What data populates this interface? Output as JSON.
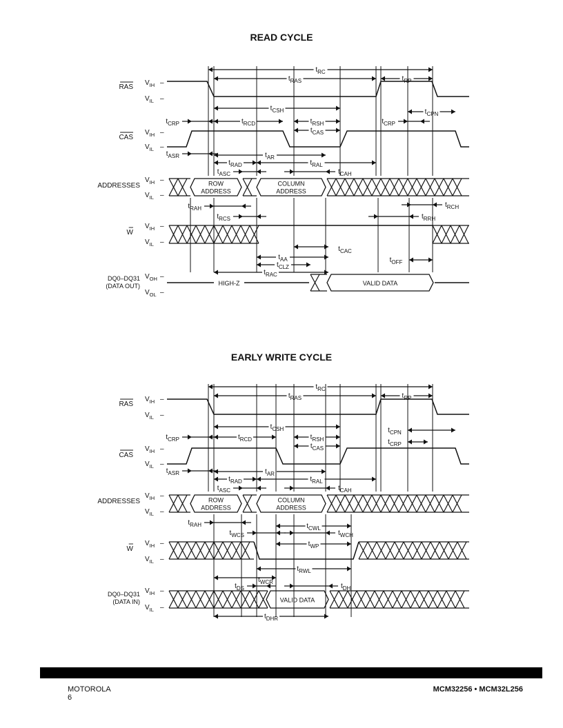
{
  "read_cycle": {
    "title": "READ CYCLE",
    "signals": {
      "ras": "RAS",
      "cas": "CAS",
      "addresses": "ADDRESSES",
      "w": "W",
      "dq_line1": "DQ0–DQ31",
      "dq_line2": "(DATA OUT)"
    },
    "levels": {
      "vih": "VIH",
      "vil": "VIL",
      "voh": "VOH",
      "vol": "VOL"
    },
    "boxes": {
      "row": [
        "ROW",
        "ADDRESS"
      ],
      "column": [
        "COLUMN",
        "ADDRESS"
      ],
      "valid": "VALID DATA",
      "highz": "HIGH-Z"
    },
    "timing": {
      "trc": "tRC",
      "tras": "tRAS",
      "trp": "tRP",
      "tcsh": "tCSH",
      "tcpn": "tCPN",
      "tcrp": "tCRP",
      "trcd": "tRCD",
      "trsh": "tRSH",
      "tcas": "tCAS",
      "tcrp2": "tCRP",
      "tasr": "tASR",
      "tar": "tAR",
      "trad": "tRAD",
      "tral": "tRAL",
      "tasc": "tASC",
      "tcah": "tCAH",
      "trah": "tRAH",
      "trch": "tRCH",
      "trcs": "tRCS",
      "trrh": "tRRH",
      "tcac": "tCAC",
      "taa": "tAA",
      "toff": "tOFF",
      "tclz": "tCLZ",
      "trac": "tRAC"
    }
  },
  "early_write_cycle": {
    "title": "EARLY WRITE CYCLE",
    "signals": {
      "ras": "RAS",
      "cas": "CAS",
      "addresses": "ADDRESSES",
      "w": "W",
      "dq_line1": "DQ0–DQ31",
      "dq_line2": "(DATA IN)"
    },
    "levels": {
      "vih": "VIH",
      "vil": "VIL"
    },
    "boxes": {
      "row": [
        "ROW",
        "ADDRESS"
      ],
      "column": [
        "COLUMN",
        "ADDRESS"
      ],
      "valid": "VALID DATA"
    },
    "timing": {
      "trc": "tRC",
      "tras": "tRAS",
      "trp": "tRP",
      "tcsh": "tCSH",
      "tcpn": "tCPN",
      "tcrp": "tCRP",
      "trcd": "tRCD",
      "trsh": "tRSH",
      "tcas": "tCAS",
      "tcrp2": "tCRP",
      "tasr": "tASR",
      "tar": "tAR",
      "trad": "tRAD",
      "tral": "tRAL",
      "tasc": "tASC",
      "tcah": "tCAH",
      "trah": "tRAH",
      "tcwl": "tCWL",
      "twcs": "tWCS",
      "twch": "tWCH",
      "twp": "tWP",
      "trwl": "tRWL",
      "twcr": "tWCR",
      "tds": "tDS",
      "tdh": "tDH",
      "tdhr": "tDHR"
    }
  },
  "footer": {
    "brand": "MOTOROLA",
    "page": "6",
    "part": "MCM32256 • MCM32L256"
  }
}
